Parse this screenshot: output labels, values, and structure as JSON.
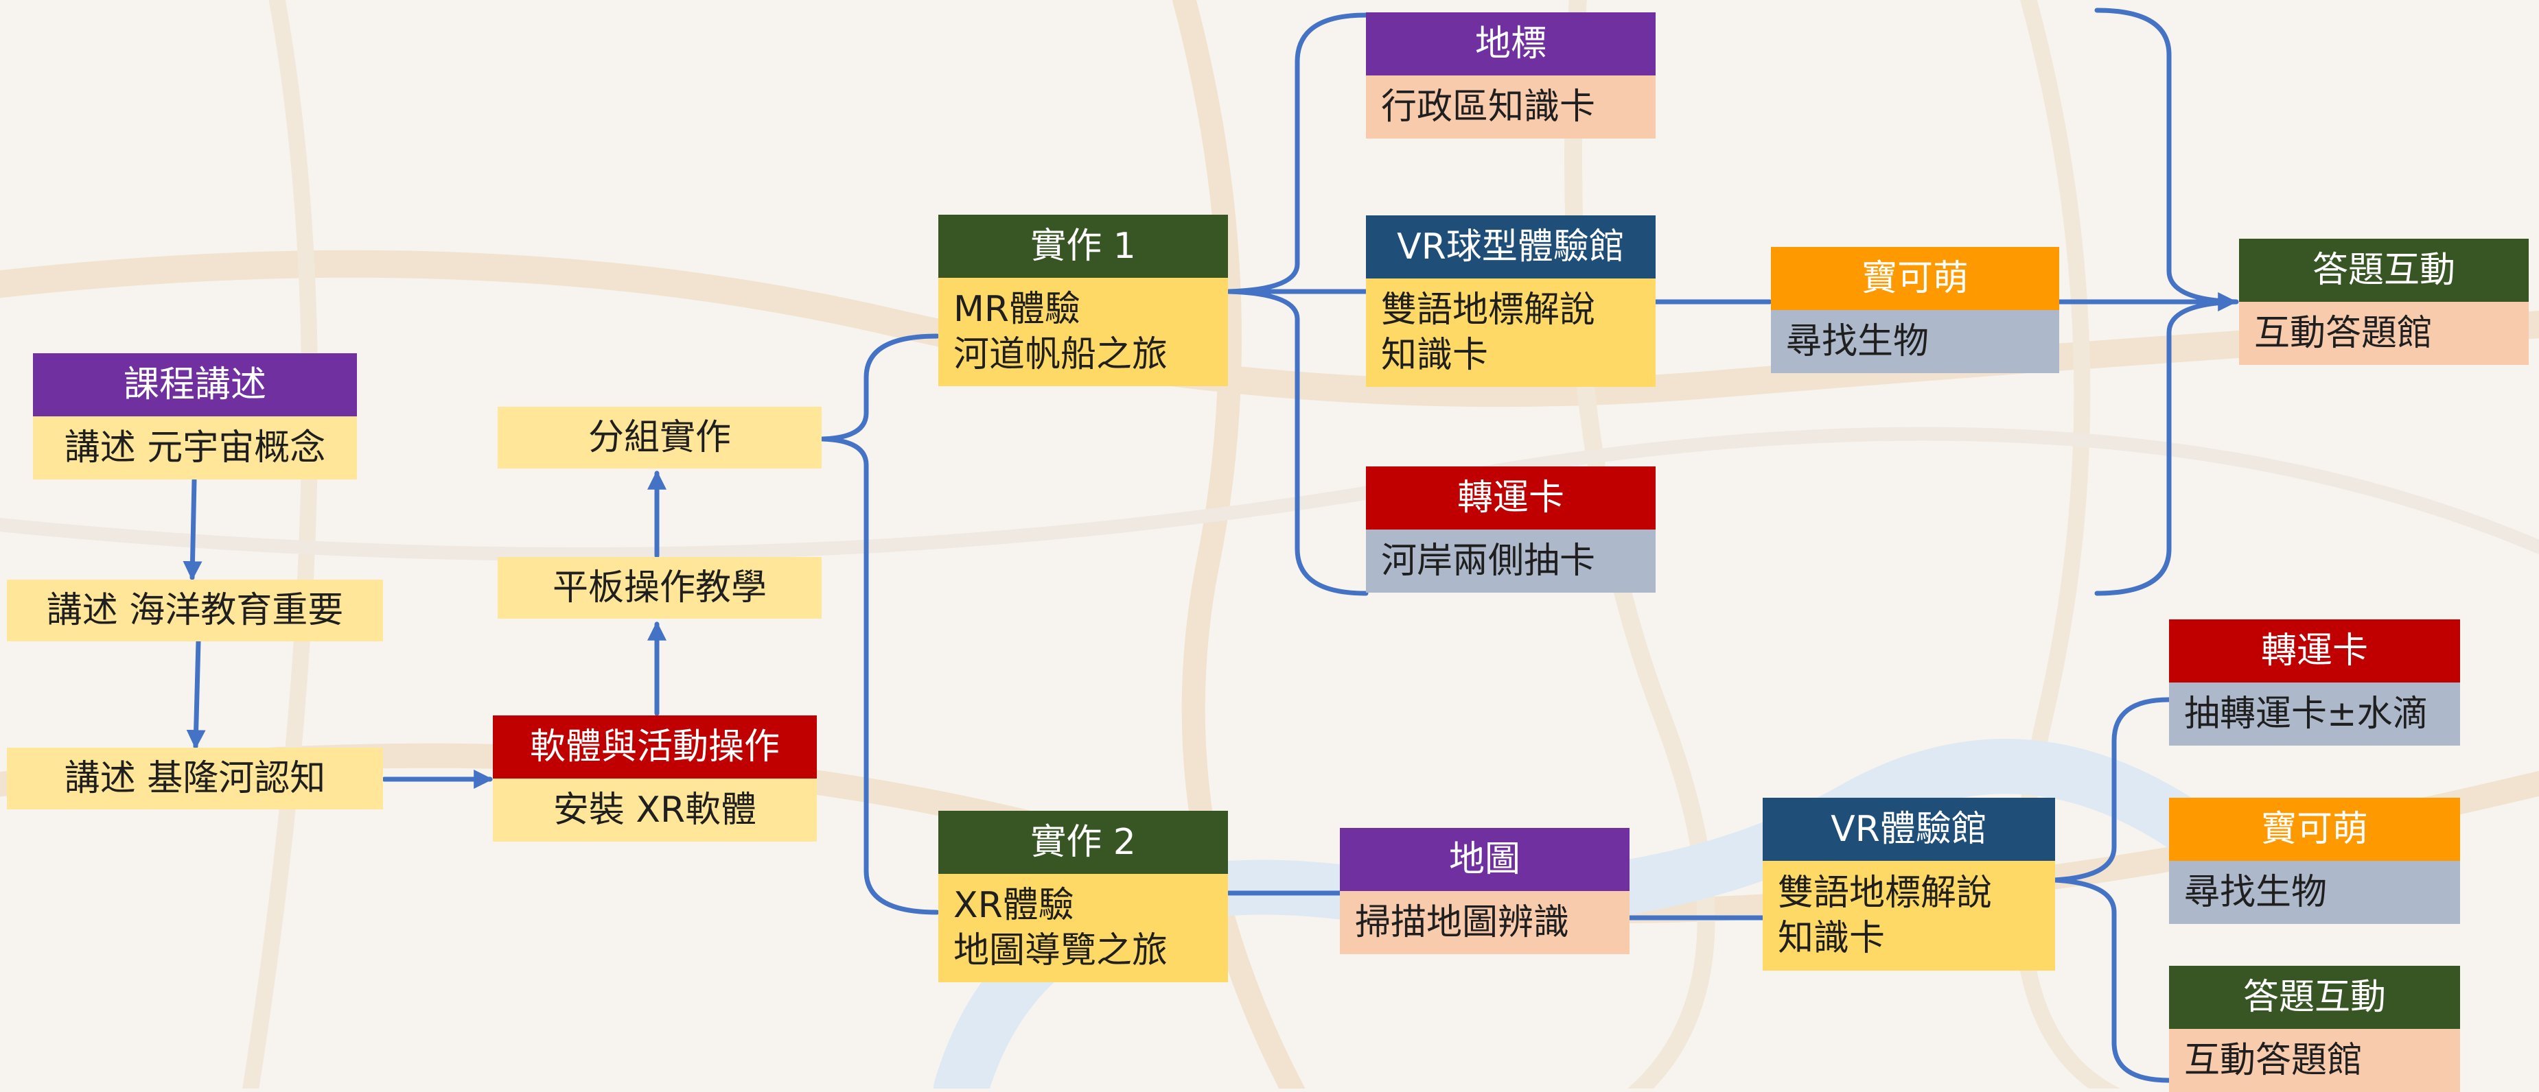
{
  "colors": {
    "connector": "#4472c4",
    "purple": "#7030a0",
    "green": "#375623",
    "navy": "#1f4e79",
    "red": "#c00000",
    "orange": "#ff9900",
    "light_yellow": "#ffe699",
    "gold": "#ffd966",
    "peach": "#f8cbad",
    "gray_blue": "#adb9ca"
  },
  "nodes": {
    "course": {
      "header": "課程講述",
      "body": "講述 元宇宙概念"
    },
    "ocean": {
      "body": "講述 海洋教育重要"
    },
    "keelung": {
      "body": "講述 基隆河認知"
    },
    "software": {
      "header": "軟體與活動操作",
      "body": "安裝 XR軟體"
    },
    "tablet": {
      "body": "平板操作教學"
    },
    "group": {
      "body": "分組實作"
    },
    "practice1": {
      "header": "實作 1",
      "line1": "MR體驗",
      "line2": "河道帆船之旅"
    },
    "practice2": {
      "header": "實作 2",
      "line1": "XR體驗",
      "line2": "地圖導覽之旅"
    },
    "landmark": {
      "header": "地標",
      "body": "行政區知識卡"
    },
    "vr_sphere": {
      "header": "VR球型體驗館",
      "line1": "雙語地標解說",
      "line2": "知識卡"
    },
    "transfer_card_1": {
      "header": "轉運卡",
      "body": "河岸兩側抽卡"
    },
    "pokemon_1": {
      "header": "寶可萌",
      "body": "尋找生物"
    },
    "quiz_1": {
      "header": "答題互動",
      "body": "互動答題館"
    },
    "map": {
      "header": "地圖",
      "body": "掃描地圖辨識"
    },
    "vr_hall": {
      "header": "VR體驗館",
      "line1": "雙語地標解說",
      "line2": "知識卡"
    },
    "transfer_card_2": {
      "header": "轉運卡",
      "body": "抽轉運卡±水滴"
    },
    "pokemon_2": {
      "header": "寶可萌",
      "body": "尋找生物"
    },
    "quiz_2": {
      "header": "答題互動",
      "body": "互動答題館"
    }
  }
}
